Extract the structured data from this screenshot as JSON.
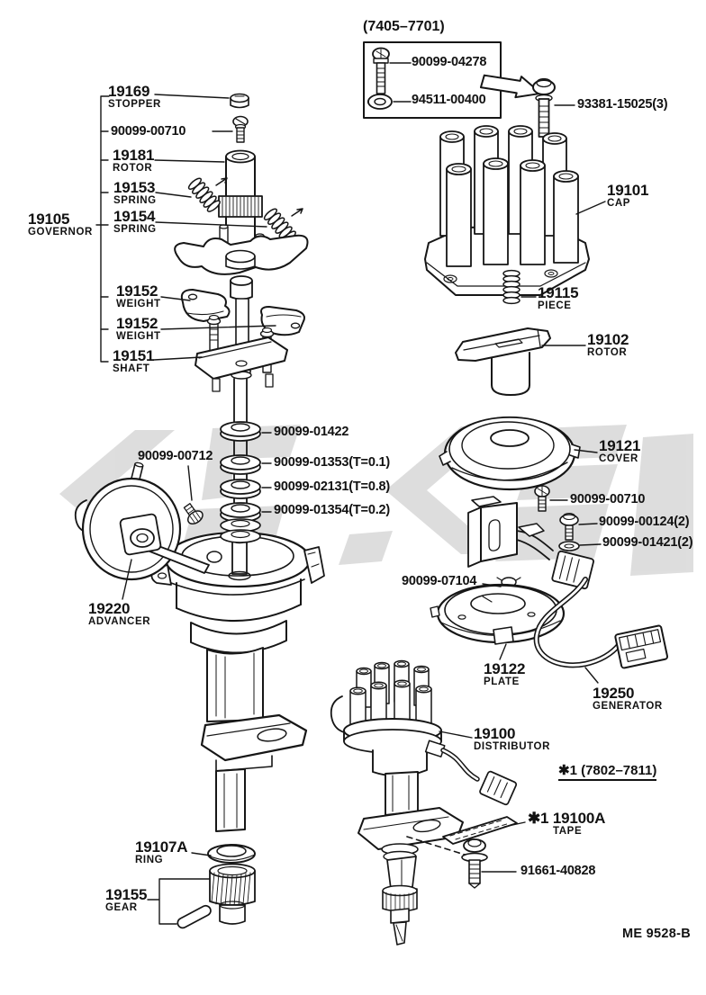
{
  "diagram": {
    "inset": {
      "date_range": "(7405–7701)",
      "bolt_number": "90099-04278",
      "washer_number": "94511-00400"
    },
    "callouts": {
      "bolt_top": {
        "number": "93381-15025(3)"
      },
      "stopper": {
        "number": "19169",
        "name": "STOPPER"
      },
      "screw_upper": {
        "number": "90099-00710"
      },
      "rotor_shaft": {
        "number": "19181",
        "name": "ROTOR"
      },
      "spring_1": {
        "number": "19153",
        "name": "SPRING"
      },
      "governor": {
        "number": "19105",
        "name": "GOVERNOR"
      },
      "spring_2": {
        "number": "19154",
        "name": "SPRING"
      },
      "weight_1": {
        "number": "19152",
        "name": "WEIGHT"
      },
      "weight_2": {
        "number": "19152",
        "name": "WEIGHT"
      },
      "shaft": {
        "number": "19151",
        "name": "SHAFT"
      },
      "washer_01422": {
        "number": "90099-01422"
      },
      "screw_00712": {
        "number": "90099-00712"
      },
      "washer_01353": {
        "number": "90099-01353(T=0.1)"
      },
      "washer_02131": {
        "number": "90099-02131(T=0.8)"
      },
      "washer_01354": {
        "number": "90099-01354(T=0.2)"
      },
      "advancer": {
        "number": "19220",
        "name": "ADVANCER"
      },
      "cap": {
        "number": "19101",
        "name": "CAP"
      },
      "piece": {
        "number": "19115",
        "name": "PIECE"
      },
      "rotor": {
        "number": "19102",
        "name": "ROTOR"
      },
      "cover": {
        "number": "19121",
        "name": "COVER"
      },
      "screw_00710_right": {
        "number": "90099-00710"
      },
      "bolt_00124": {
        "number": "90099-00124(2)"
      },
      "washer_01421": {
        "number": "90099-01421(2)"
      },
      "screw_07104": {
        "number": "90099-07104"
      },
      "plate": {
        "number": "19122",
        "name": "PLATE"
      },
      "generator": {
        "number": "19250",
        "name": "GENERATOR"
      },
      "distributor": {
        "number": "19100",
        "name": "DISTRIBUTOR"
      },
      "note_range": {
        "number": "✱1 (7802–7811)"
      },
      "tape": {
        "number": "✱1 19100A",
        "name": "TAPE"
      },
      "bolt_91661": {
        "number": "91661-40828"
      },
      "ring": {
        "number": "19107A",
        "name": "RING"
      },
      "gear": {
        "number": "19155",
        "name": "GEAR"
      }
    },
    "footer_code": "ME 9528-B",
    "colors": {
      "line": "#161616",
      "watermark": "#c3c3c3"
    }
  }
}
